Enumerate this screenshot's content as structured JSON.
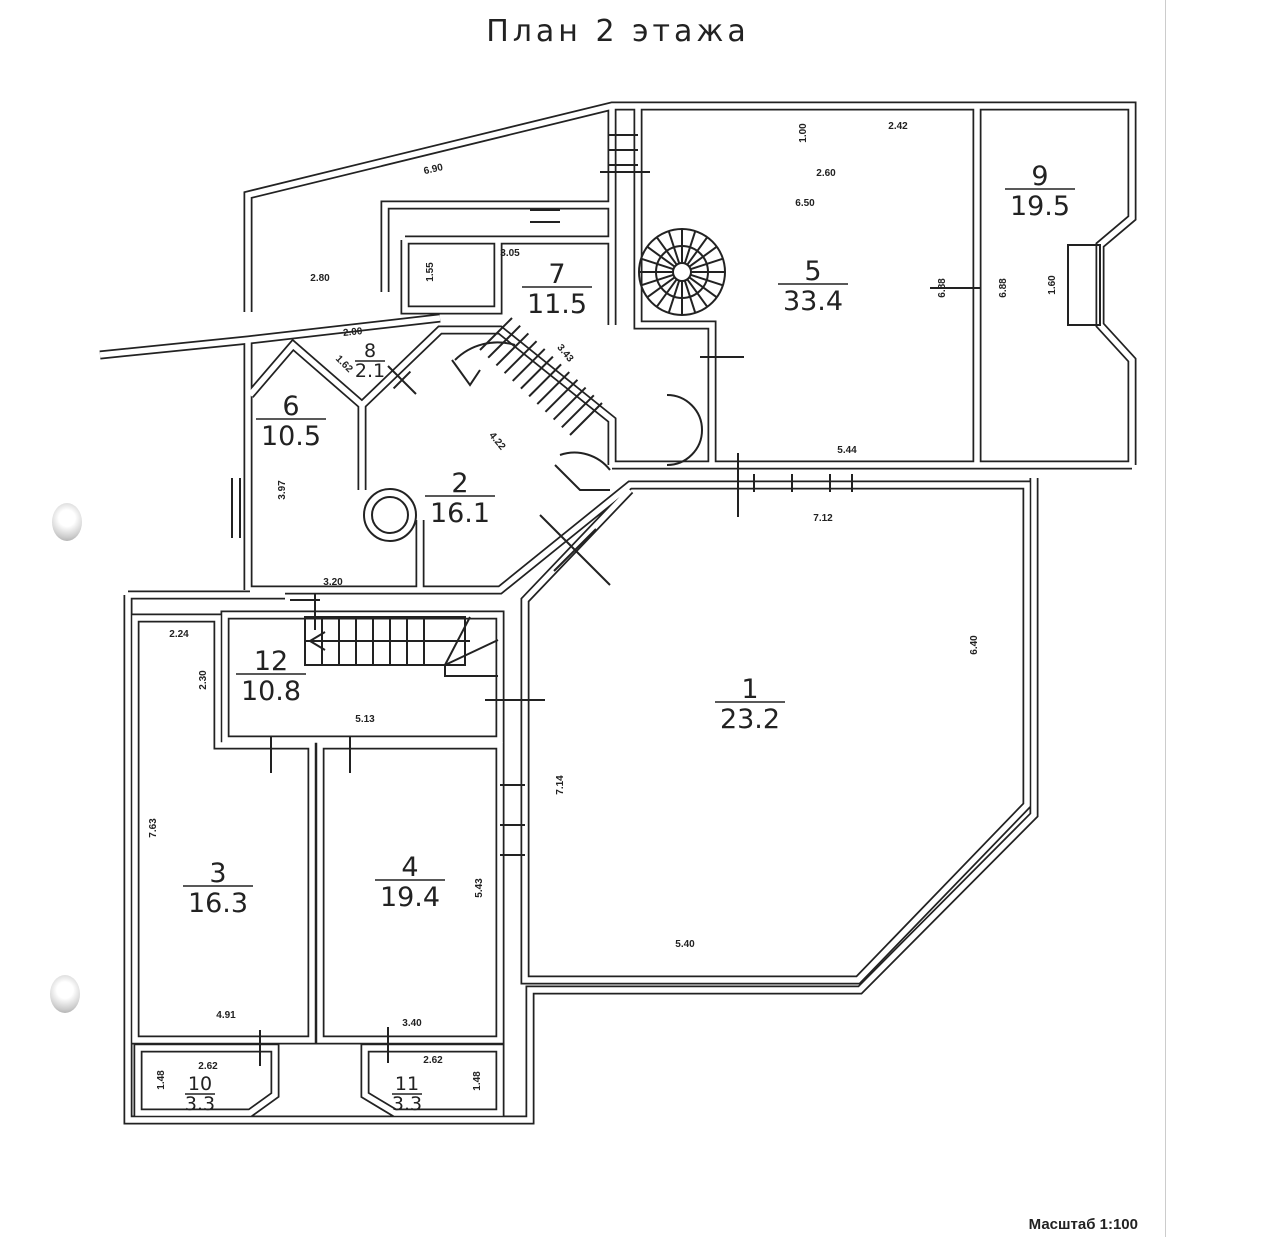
{
  "title": "План 2 этажа",
  "scale_label": "Масштаб 1:100",
  "rooms": [
    {
      "number": "1",
      "area": "23.2"
    },
    {
      "number": "2",
      "area": "16.1"
    },
    {
      "number": "3",
      "area": "16.3"
    },
    {
      "number": "4",
      "area": "19.4"
    },
    {
      "number": "5",
      "area": "33.4"
    },
    {
      "number": "6",
      "area": "10.5"
    },
    {
      "number": "7",
      "area": "11.5"
    },
    {
      "number": "8",
      "area": "2.1"
    },
    {
      "number": "9",
      "area": "19.5"
    },
    {
      "number": "10",
      "area": "3.3"
    },
    {
      "number": "11",
      "area": "3.3"
    },
    {
      "number": "12",
      "area": "10.8"
    }
  ],
  "dimensions": [
    "6.90",
    "2.80",
    "3.05",
    "1.55",
    "2.00",
    "1.62",
    "3.43",
    "4.22",
    "3.97",
    "1.00",
    "2.42",
    "2.60",
    "6.50",
    "6.88",
    "6.88",
    "1.60",
    "5.44",
    "7.12",
    "6.40",
    "3.20",
    "2.24",
    "2.30",
    "5.13",
    "7.14",
    "7.63",
    "5.43",
    "5.40",
    "4.91",
    "3.40",
    "2.62",
    "1.48",
    "2.62",
    "1.48"
  ],
  "colors": {
    "line": "#222222",
    "paper": "#ffffff"
  }
}
